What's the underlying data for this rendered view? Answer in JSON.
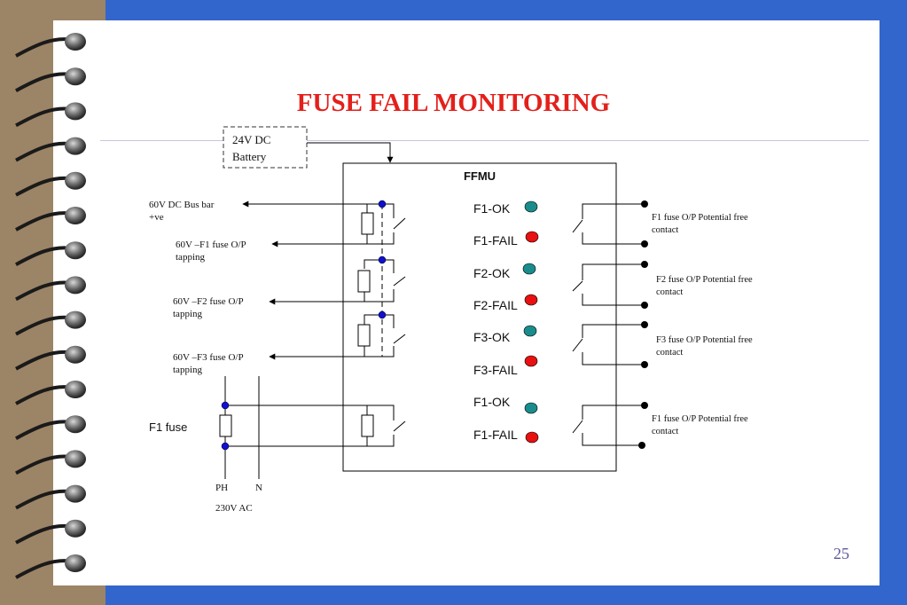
{
  "slide": {
    "title": "FUSE FAIL MONITORING",
    "page_number": "25"
  },
  "diagram": {
    "battery": {
      "line1": "24V DC",
      "line2": "Battery"
    },
    "unit_label": "FFMU",
    "bus_labels": [
      {
        "line1": "60V DC Bus bar",
        "line2": "+ve"
      },
      {
        "line1": "60V –F1 fuse O/P",
        "line2": "tapping"
      },
      {
        "line1": "60V –F2 fuse O/P",
        "line2": "tapping"
      },
      {
        "line1": "60V –F3 fuse O/P",
        "line2": "tapping"
      }
    ],
    "f1_fuse_label": "F1 fuse",
    "supply": {
      "phase": "PH",
      "neutral": "N",
      "voltage": "230V AC"
    },
    "indicators": [
      {
        "label": "F1-OK",
        "color": "#1a8c8c"
      },
      {
        "label": "F1-FAIL",
        "color": "#e81010"
      },
      {
        "label": "F2-OK",
        "color": "#1a8c8c"
      },
      {
        "label": "F2-FAIL",
        "color": "#e81010"
      },
      {
        "label": "F3-OK",
        "color": "#1a8c8c"
      },
      {
        "label": "F3-FAIL",
        "color": "#e81010"
      },
      {
        "label": "F1-OK",
        "color": "#1a8c8c"
      },
      {
        "label": "F1-FAIL",
        "color": "#e81010"
      }
    ],
    "contact_labels": [
      {
        "line1": "F1 fuse O/P Potential free",
        "line2": "contact"
      },
      {
        "line1": "F2 fuse O/P Potential free",
        "line2": "contact"
      },
      {
        "line1": "F3 fuse O/P Potential free",
        "line2": "contact"
      },
      {
        "line1": "F1 fuse O/P Potential free",
        "line2": "contact"
      }
    ]
  }
}
